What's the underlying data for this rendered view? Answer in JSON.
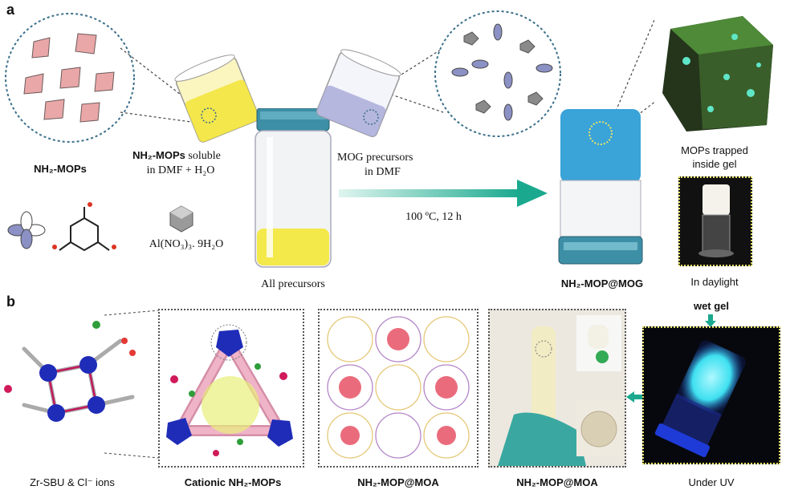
{
  "panel_a": {
    "letter": "a",
    "nh2_mops": "NH₂-MOPs",
    "soluble_name": "NH₂-MOPs",
    "soluble_rest": " soluble",
    "soluble_line2": "in DMF + H₂O",
    "mog_line1": "MOG precursors",
    "mog_line2": "in DMF",
    "conditions": "100 ºC, 12 h",
    "salt": "Al(NO₃)₃. 9H₂O",
    "all_precursors": "All precursors",
    "product": "NH₂-MOP@MOG",
    "trapped_line1": "MOPs trapped",
    "trapped_line2": "inside gel",
    "daylight": "In daylight"
  },
  "panel_b": {
    "letter": "b",
    "zr_sbu": "Zr-SBU & Cl⁻ ions",
    "cationic": "Cationic NH₂-MOPs",
    "moa_1": "NH₂-MOP@MOA",
    "moa_2": "NH₂-MOP@MOA",
    "under_uv": "Under UV",
    "wet_gel": "wet gel"
  },
  "colors": {
    "arrow_teal": "#1aa98e",
    "gel_blue": "#3aa3d8",
    "lid_blue": "#3d8fa6",
    "precursor_yellow": "#f4e94a",
    "tetra_pink": "#f0b4c8",
    "zr_blue": "#1f2cb8",
    "cl_red": "#d01a5a",
    "uv_glow": "#3ee0f0"
  }
}
